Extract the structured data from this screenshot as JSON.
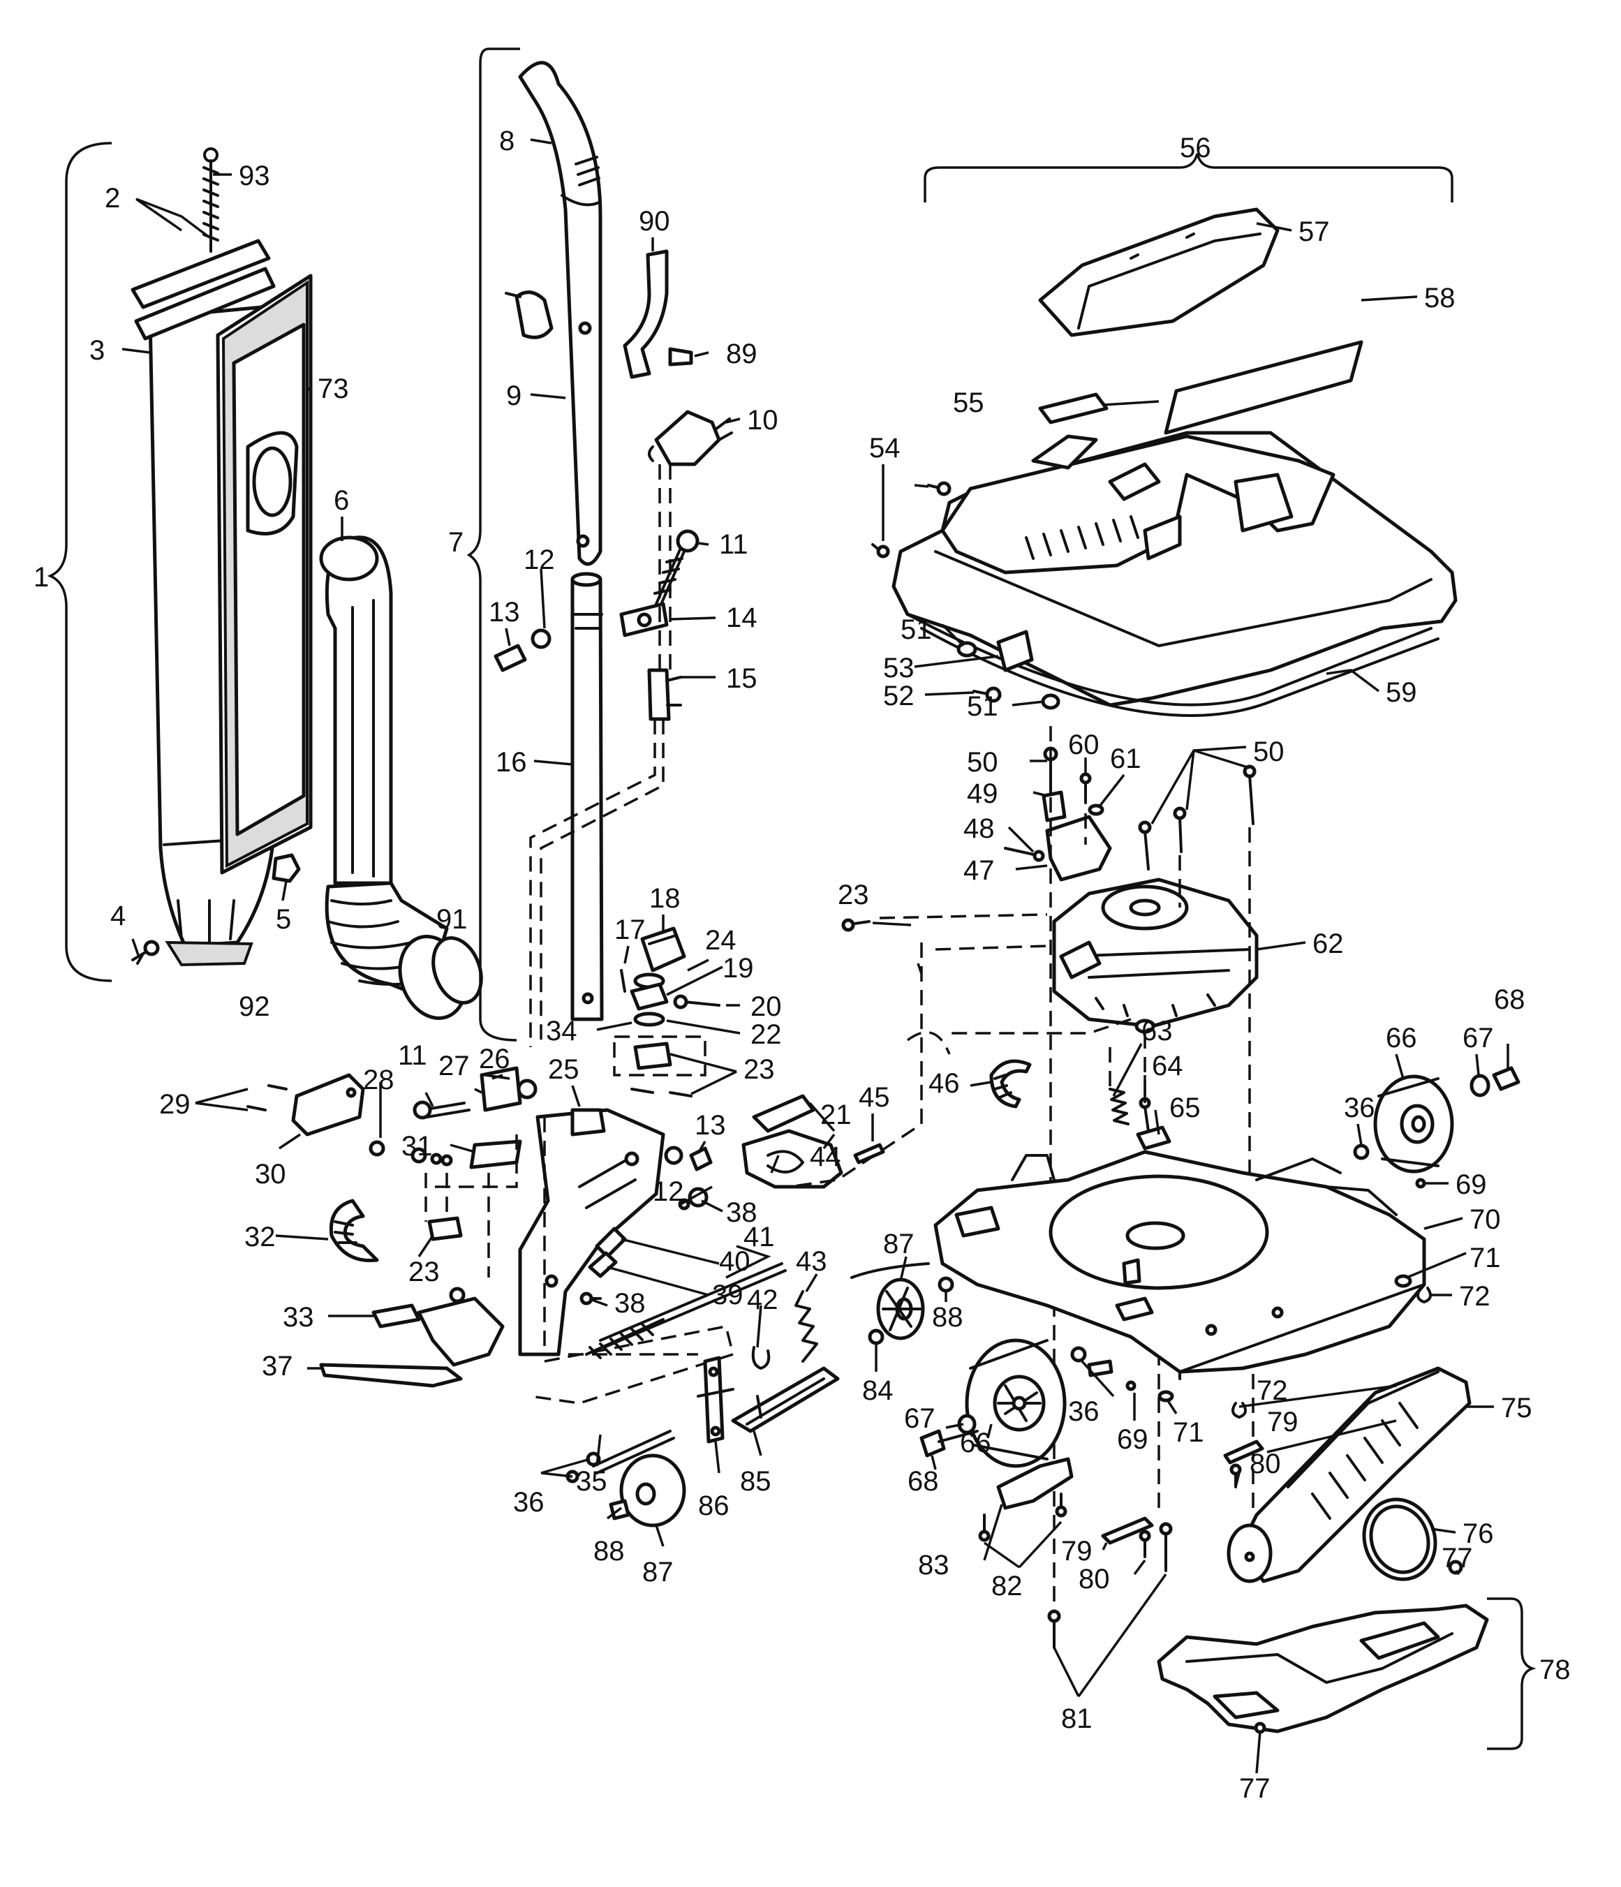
{
  "callouts": {
    "n1": "1",
    "n2": "2",
    "n3": "3",
    "n4": "4",
    "n5": "5",
    "n6": "6",
    "n7": "7",
    "n8": "8",
    "n9": "9",
    "n10": "10",
    "n11a": "11",
    "n11b": "11",
    "n12a": "12",
    "n12b": "12",
    "n13a": "13",
    "n13b": "13",
    "n14": "14",
    "n15": "15",
    "n16": "16",
    "n17": "17",
    "n18": "18",
    "n19": "19",
    "n20": "20",
    "n21": "21",
    "n22": "22",
    "n23a": "23",
    "n23b": "23",
    "n23c": "23",
    "n24": "24",
    "n25": "25",
    "n26": "26",
    "n27": "27",
    "n28": "28",
    "n29": "29",
    "n30": "30",
    "n31": "31",
    "n32": "32",
    "n33": "33",
    "n34": "34",
    "n35": "35",
    "n36a": "36",
    "n36b": "36",
    "n36c": "36",
    "n37": "37",
    "n38a": "38",
    "n38b": "38",
    "n39": "39",
    "n40": "40",
    "n41": "41",
    "n42": "42",
    "n43": "43",
    "n44": "44",
    "n45": "45",
    "n46": "46",
    "n47": "47",
    "n48": "48",
    "n49": "49",
    "n50a": "50",
    "n50b": "50",
    "n51a": "51",
    "n51b": "51",
    "n52": "52",
    "n53": "53",
    "n54": "54",
    "n55": "55",
    "n56": "56",
    "n57": "57",
    "n58": "58",
    "n59": "59",
    "n60": "60",
    "n61": "61",
    "n62": "62",
    "n63": "63",
    "n64": "64",
    "n65": "65",
    "n66a": "66",
    "n66b": "66",
    "n67a": "67",
    "n67b": "67",
    "n68a": "68",
    "n68b": "68",
    "n69a": "69",
    "n69b": "69",
    "n70": "70",
    "n71a": "71",
    "n71b": "71",
    "n72a": "72",
    "n72b": "72",
    "n73": "73",
    "n75": "75",
    "n76": "76",
    "n77a": "77",
    "n77b": "77",
    "n78": "78",
    "n79a": "79",
    "n79b": "79",
    "n80a": "80",
    "n80b": "80",
    "n81": "81",
    "n82": "82",
    "n83": "83",
    "n84": "84",
    "n85": "85",
    "n86": "86",
    "n87a": "87",
    "n87b": "87",
    "n88a": "88",
    "n88b": "88",
    "n89": "89",
    "n90": "90",
    "n91": "91",
    "n92": "92",
    "n93": "93"
  }
}
